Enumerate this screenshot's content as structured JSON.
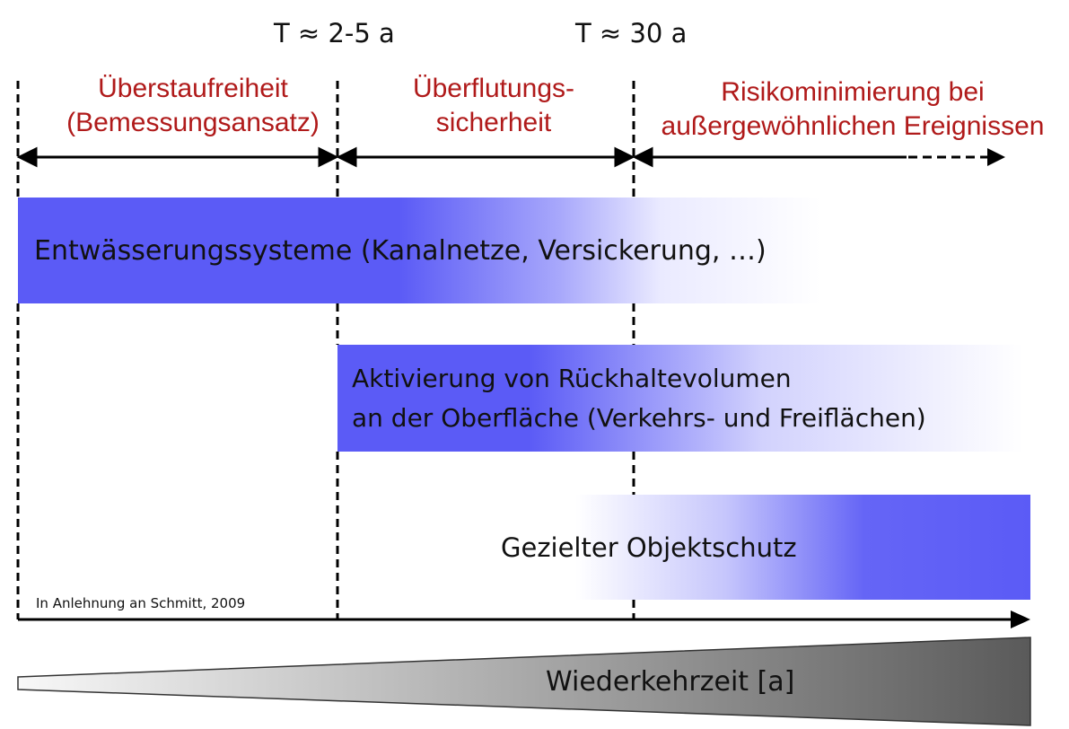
{
  "thresholds": [
    "T ≈ 2-5 a",
    "T ≈ 30 a"
  ],
  "zones": [
    {
      "lines": [
        "Überstaufreiheit",
        "(Bemessungsansatz)"
      ]
    },
    {
      "lines": [
        "Überflutungs-",
        "sicherheit"
      ]
    },
    {
      "lines": [
        "Risikominimierung bei",
        "außergewöhnlichen Ereignissen"
      ]
    }
  ],
  "bars": [
    {
      "lines": [
        "Entwässerungssysteme (Kanalnetze, Versickerung, …)"
      ]
    },
    {
      "lines": [
        "Aktivierung von Rückhaltevolumen",
        "an der Oberfläche (Verkehrs- und Freiflächen)"
      ]
    },
    {
      "lines": [
        "Gezielter Objektschutz"
      ]
    }
  ],
  "source_note": "In Anlehnung an Schmitt, 2009",
  "axis_label": "Wiederkehrzeit [a]",
  "colors": {
    "zone_text": "#b01a1a",
    "bar_blue": "#5b5bf6",
    "arrow": "#000000"
  }
}
